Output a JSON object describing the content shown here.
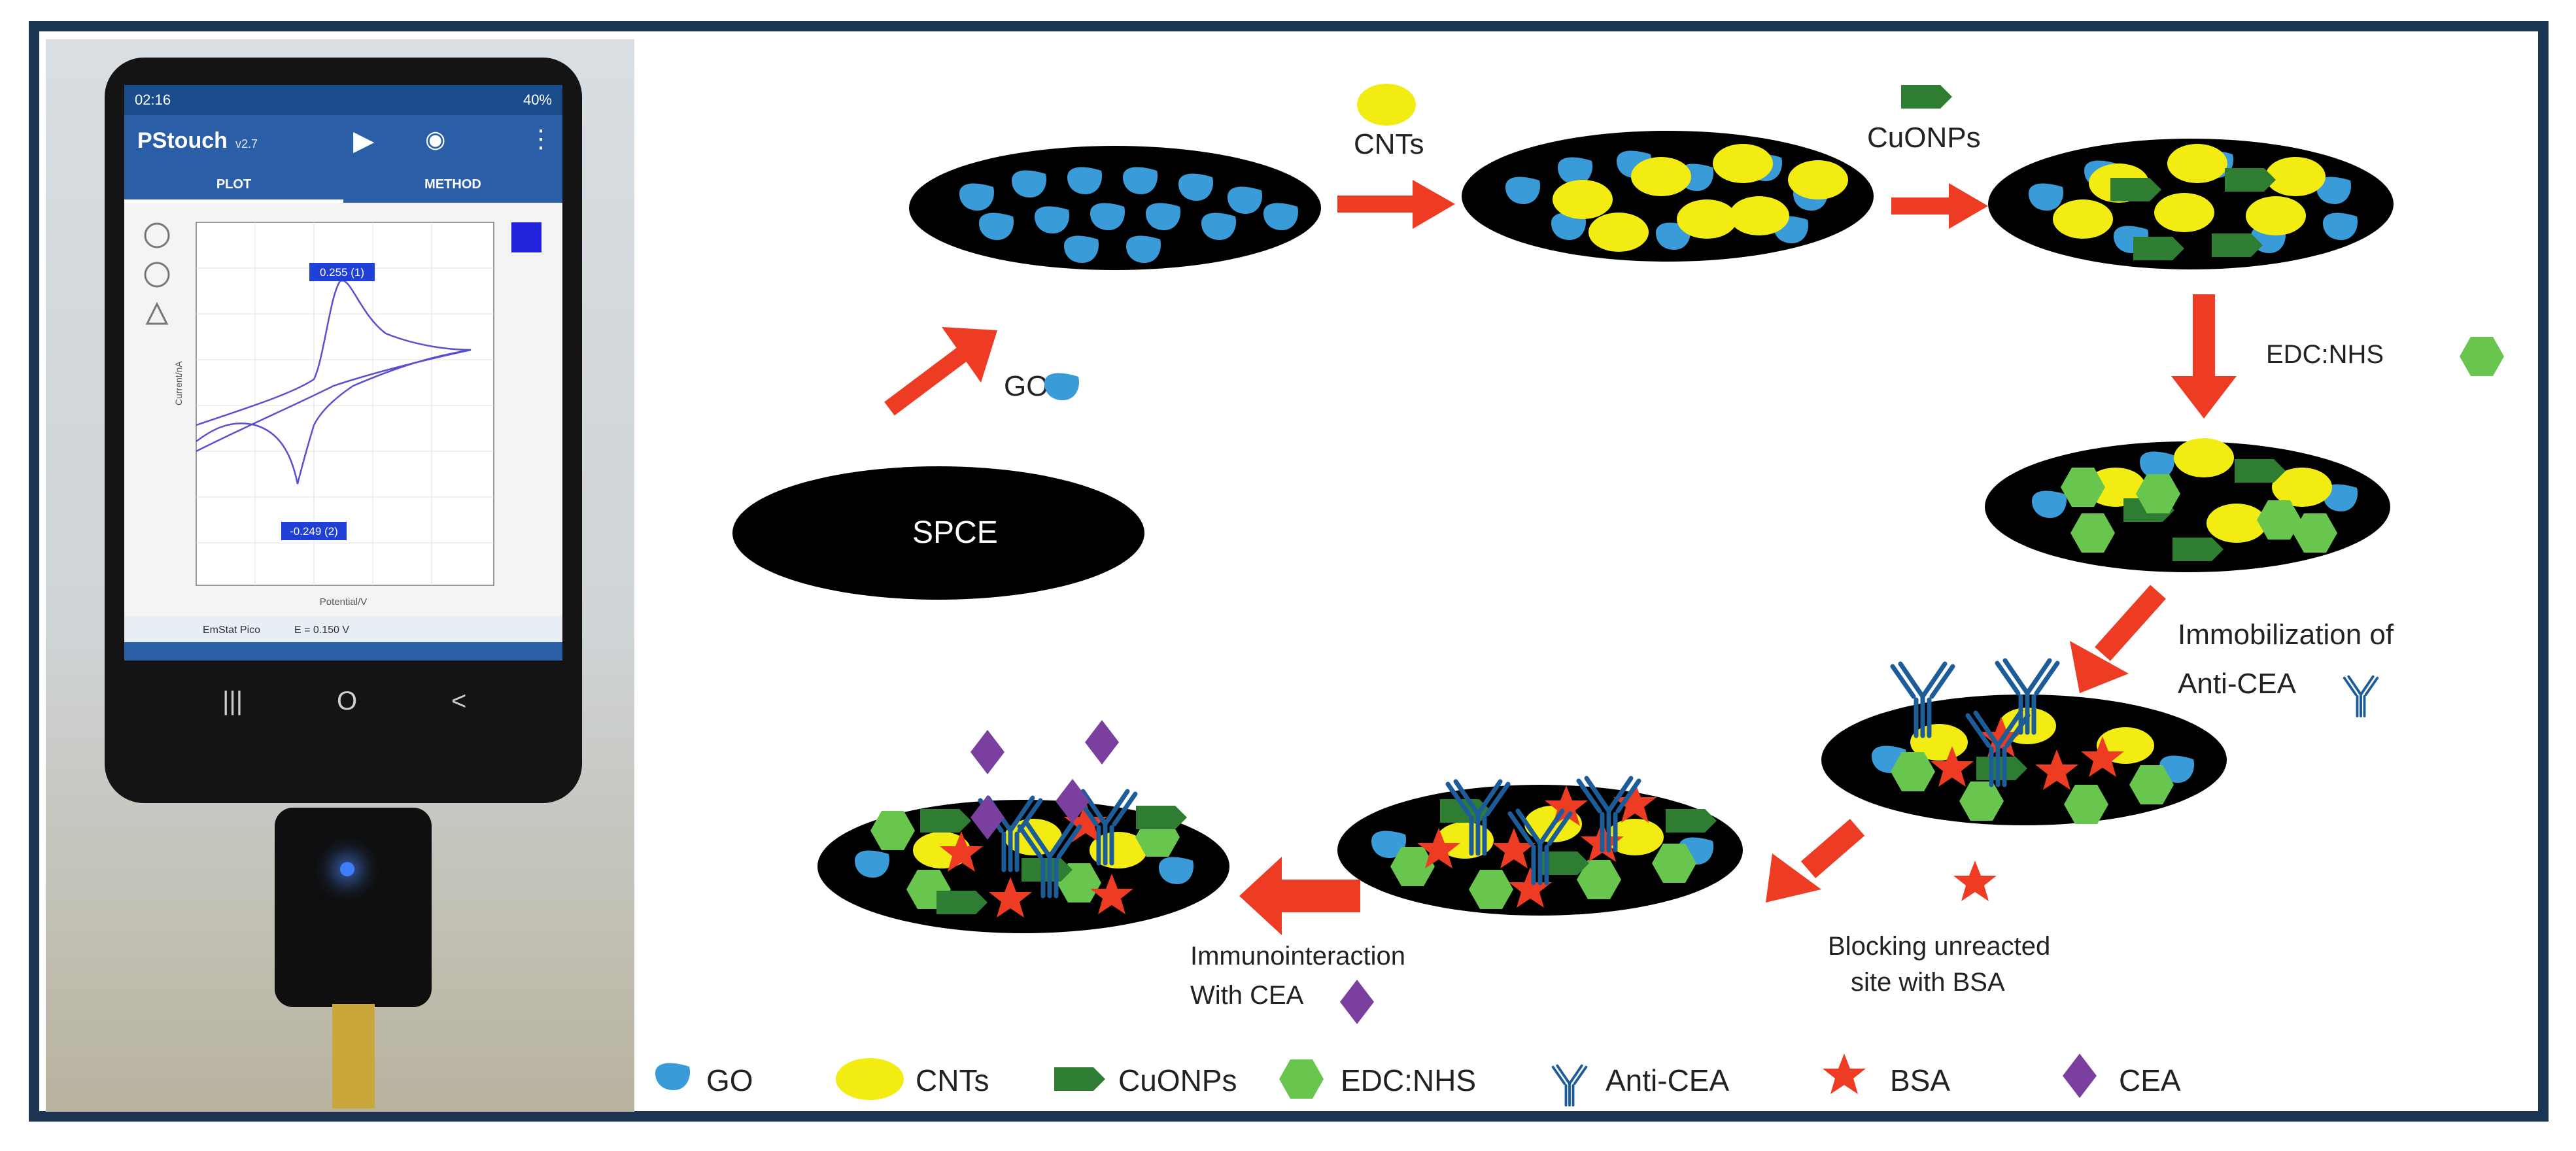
{
  "phone": {
    "status_time": "02:16",
    "battery": "40%",
    "app_name": "PStouch",
    "app_version": "v2.7",
    "tab_plot": "PLOT",
    "tab_method": "METHOD",
    "peak_upper": "0.255 (1)",
    "peak_lower": "-0.249 (2)",
    "y_axis_label": "Current/nA",
    "x_axis_label": "Potential/V",
    "footer_device": "EmStat Pico",
    "footer_value": "E = 0.150 V",
    "nav_recent": "|||",
    "nav_home": "O",
    "nav_back": "<"
  },
  "diagram": {
    "spce_label": "SPCE",
    "go_label": "GO",
    "cnts_label": "CNTs",
    "cuonps_label": "CuONPs",
    "edc_label": "EDC:NHS",
    "immob_line1": "Immobilization of",
    "immob_line2": "Anti-CEA",
    "blocking_line1": "Blocking unreacted",
    "blocking_line2": "site with BSA",
    "immuno_line1": "Immunointeraction",
    "immuno_line2": "With CEA"
  },
  "legend": [
    {
      "label": "GO",
      "icon": "go-drop-icon"
    },
    {
      "label": "CNTs",
      "icon": "cnt-ellipse-icon"
    },
    {
      "label": "CuONPs",
      "icon": "cuonp-pentagon-icon"
    },
    {
      "label": "EDC:NHS",
      "icon": "edc-hexagon-icon"
    },
    {
      "label": "Anti-CEA",
      "icon": "antibody-icon"
    },
    {
      "label": "BSA",
      "icon": "bsa-star-icon"
    },
    {
      "label": "CEA",
      "icon": "cea-diamond-icon"
    }
  ],
  "colors": {
    "frame": "#1b3552",
    "go": "#3a9bd9",
    "cnt": "#f2ec13",
    "cuonp": "#2e7d32",
    "edc": "#68c64f",
    "antibody": "#1c5d99",
    "bsa": "#ee3b24",
    "cea": "#7b3fa0",
    "arrow": "#ee3b24",
    "app_header": "#2a5fa8"
  }
}
